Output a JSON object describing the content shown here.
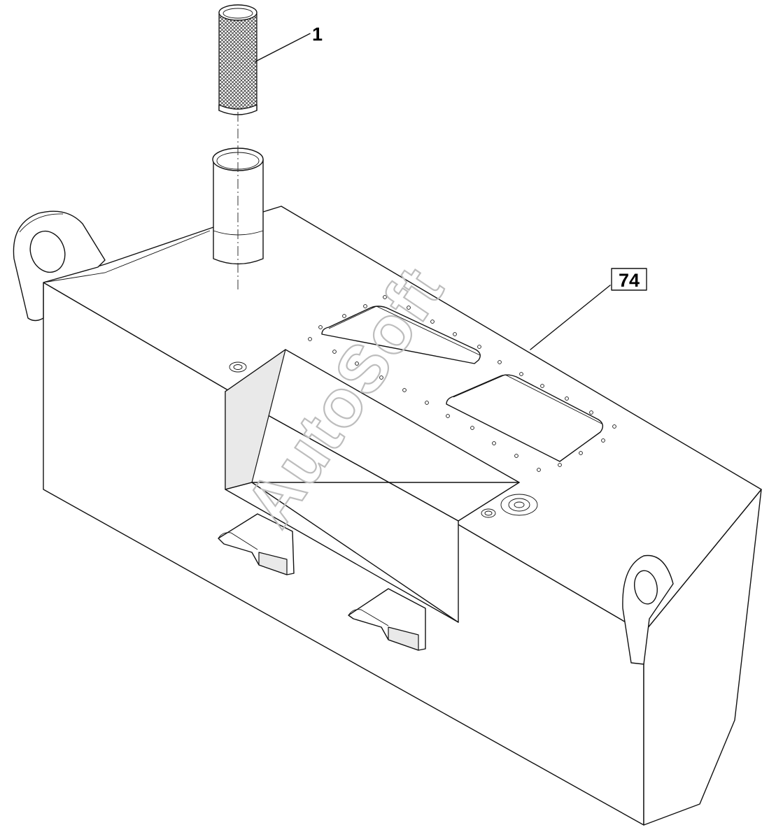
{
  "diagram": {
    "callouts": [
      {
        "id": "part-1",
        "label": "1",
        "boxed": false
      },
      {
        "id": "part-74",
        "label": "74",
        "boxed": true
      }
    ],
    "watermark": "AutoSoft"
  }
}
